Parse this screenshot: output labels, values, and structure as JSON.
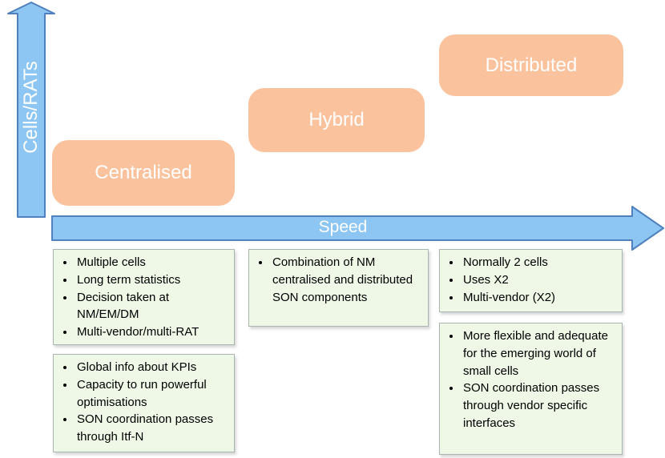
{
  "axes": {
    "y_label": "Cells/RATs",
    "x_label": "Speed"
  },
  "nodes": {
    "centralised": "Centralised",
    "hybrid": "Hybrid",
    "distributed": "Distributed"
  },
  "info_boxes": {
    "left_top": [
      "Multiple cells",
      "Long term statistics",
      "Decision taken at NM/EM/DM",
      "Multi-vendor/multi-RAT"
    ],
    "middle": [
      "Combination of NM centralised and distributed SON components"
    ],
    "right_top": [
      "Normally 2 cells",
      "Uses X2",
      "Multi-vendor (X2)"
    ],
    "left_bottom": [
      "Global info about KPIs",
      "Capacity to run powerful optimisations",
      "SON coordination passes through Itf-N"
    ],
    "right_bottom": [
      "More flexible and adequate for the emerging world of small cells",
      "SON coordination passes through vendor specific interfaces"
    ]
  },
  "colors": {
    "arrow_fill": "#8DC6F2",
    "arrow_stroke": "#4E81BD",
    "axis_text": "#FFFFFF",
    "node_fill": "#FBC39D",
    "node_text": "#FFFFFF",
    "info_fill": "#EFF8E7",
    "info_border": "#A8B5B0",
    "info_text": "#000000"
  }
}
